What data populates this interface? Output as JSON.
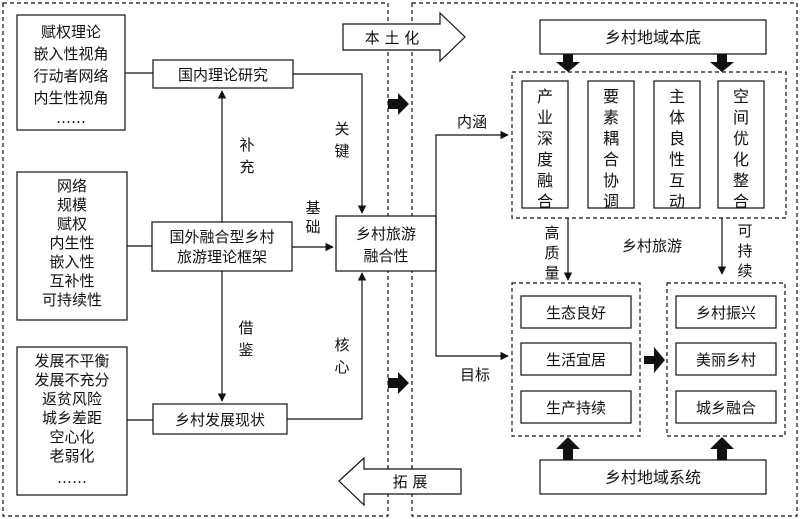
{
  "left_top_list": [
    "赋权理论",
    "嵌入性视角",
    "行动者网络",
    "内生性视角",
    "……"
  ],
  "left_mid_list": [
    "网络",
    "规模",
    "赋权",
    "内生性",
    "嵌入性",
    "互补性",
    "可持续性"
  ],
  "left_bottom_list": [
    "发展不平衡",
    "发展不充分",
    "返贫风险",
    "城乡差距",
    "空心化",
    "老弱化",
    "……"
  ],
  "domestic_research": "国内理论研究",
  "foreign_framework": [
    "国外融合型乡村",
    "旅游理论框架"
  ],
  "rural_status": "乡村发展现状",
  "label_supplement": [
    "补",
    "充"
  ],
  "label_reference": [
    "借",
    "鉴"
  ],
  "label_key": [
    "关",
    "键"
  ],
  "label_basis": [
    "基",
    "础"
  ],
  "label_core": [
    "核",
    "心"
  ],
  "center_box": [
    "乡村旅游",
    "融合性"
  ],
  "localize": "本 土 化",
  "expand": "拓 展",
  "connotation": "内涵",
  "goal": "目标",
  "rural_base": "乡村地域本底",
  "dimensions": [
    "产业深度融合",
    "要素耦合协调",
    "主体良性互动",
    "空间优化整合"
  ],
  "high_quality": [
    "高",
    "质",
    "量"
  ],
  "rural_tourism": "乡村旅游",
  "sustainable": [
    "可",
    "持",
    "续"
  ],
  "outcomes_left": [
    "生态良好",
    "生活宜居",
    "生产持续"
  ],
  "outcomes_right": [
    "乡村振兴",
    "美丽乡村",
    "城乡融合"
  ],
  "rural_system": "乡村地域系统"
}
